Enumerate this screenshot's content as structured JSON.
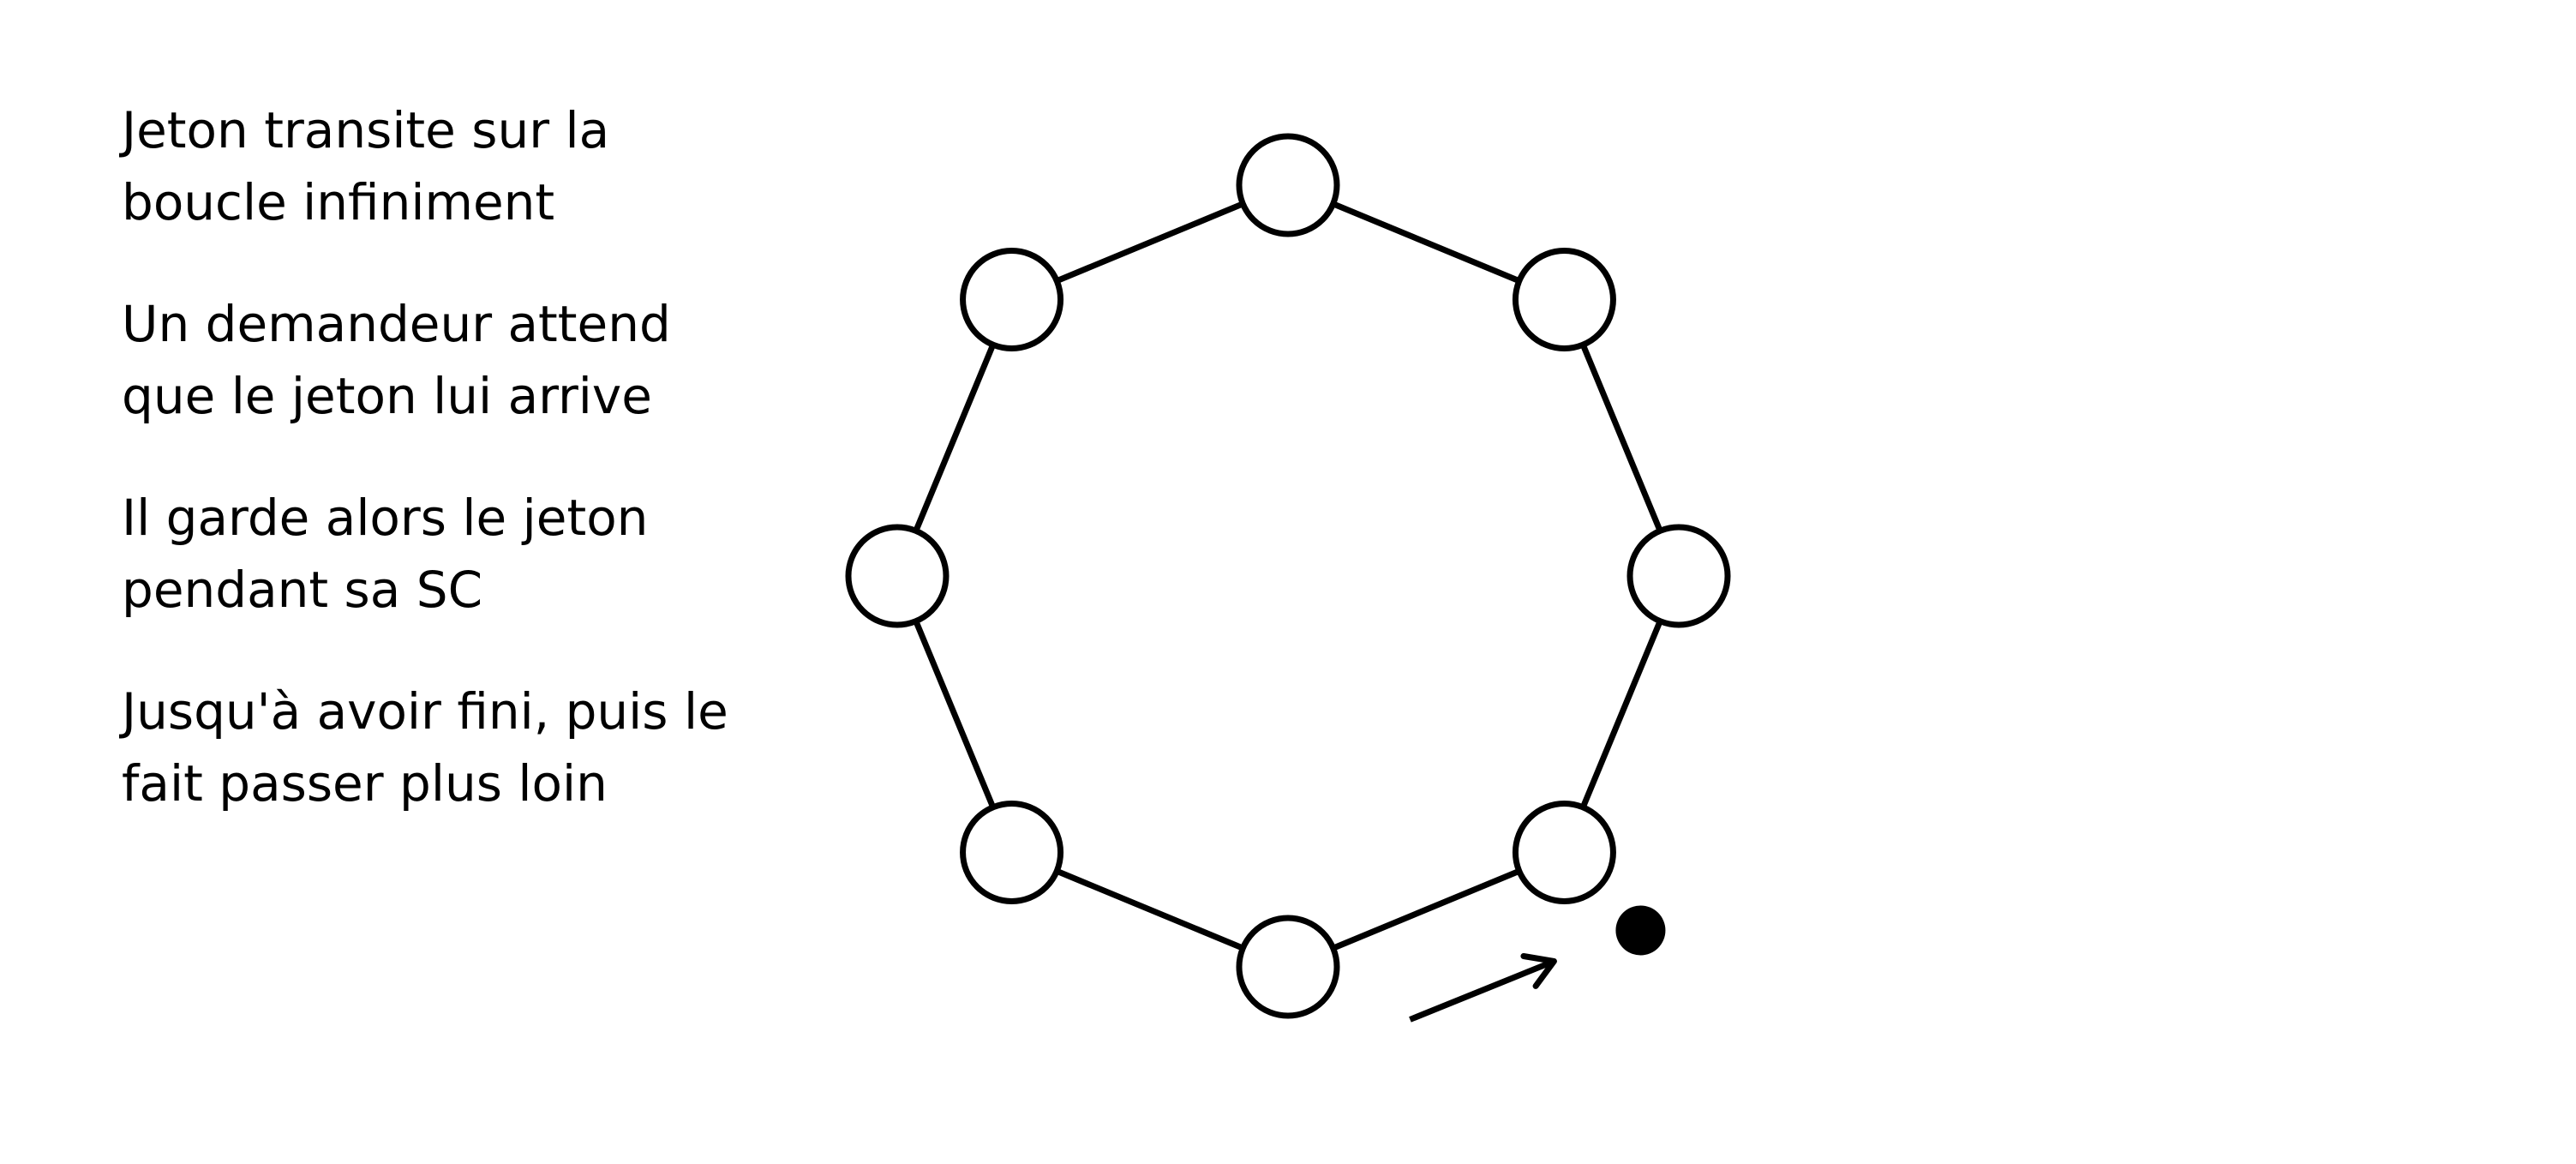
{
  "text": {
    "paragraphs": [
      {
        "lines": [
          "Jeton transite sur la",
          "boucle infiniment"
        ]
      },
      {
        "lines": [
          "Un demandeur attend",
          "que le jeton lui arrive"
        ]
      },
      {
        "lines": [
          "Il garde alors le jeton",
          "pendant sa SC"
        ]
      },
      {
        "lines": [
          "Jusqu'à avoir fini, puis le",
          "fait passer plus loin"
        ]
      }
    ]
  },
  "diagram": {
    "node_count": 8,
    "token_holder_index": 3,
    "colors": {
      "stroke": "#000000",
      "node_fill": "#ffffff",
      "token_fill": "#000000"
    }
  }
}
